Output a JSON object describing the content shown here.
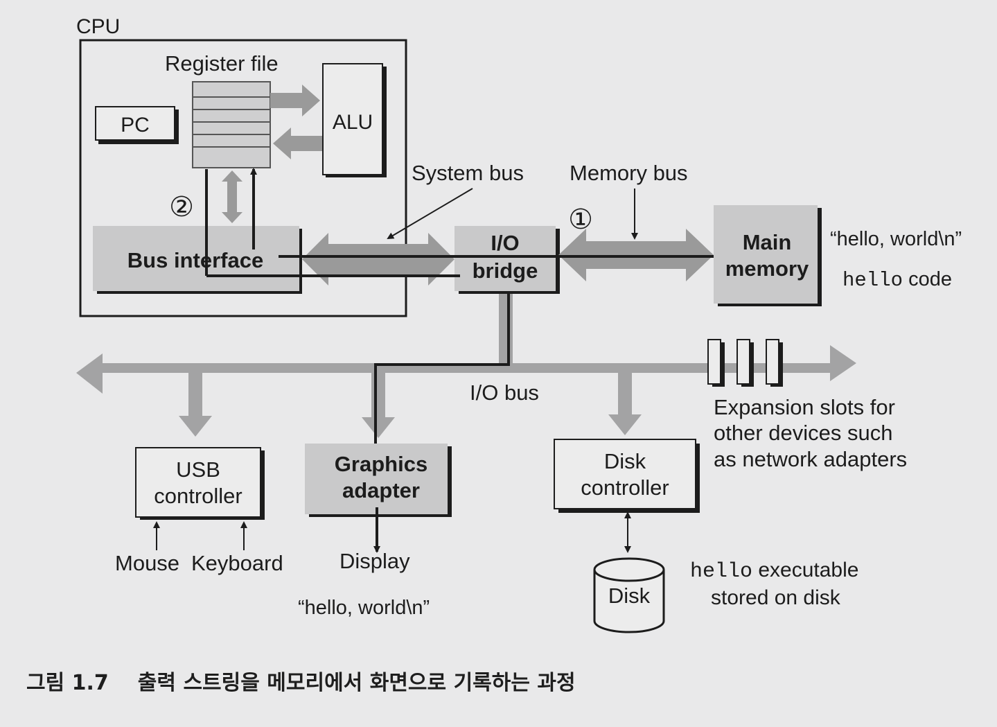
{
  "diagram": {
    "cpu_label": "CPU",
    "register_file_label": "Register file",
    "pc_label": "PC",
    "alu_label": "ALU",
    "bus_interface_label": "Bus interface",
    "system_bus_label": "System bus",
    "memory_bus_label": "Memory bus",
    "io_bridge_line1": "I/O",
    "io_bridge_line2": "bridge",
    "main_memory_line1": "Main",
    "main_memory_line2": "memory",
    "memory_string": "“hello, world\\n”",
    "memory_code_mono": "hello",
    "memory_code_rest": " code",
    "step1_marker": "①",
    "step2_marker": "②",
    "io_bus_label": "I/O bus",
    "usb_line1": "USB",
    "usb_line2": "controller",
    "mouse_label": "Mouse",
    "keyboard_label": "Keyboard",
    "graphics_line1": "Graphics",
    "graphics_line2": "adapter",
    "display_label": "Display",
    "display_string": "“hello, world\\n”",
    "disk_ctrl_line1": "Disk",
    "disk_ctrl_line2": "controller",
    "disk_label": "Disk",
    "disk_note_mono": "hello",
    "disk_note_line1_rest": " executable",
    "disk_note_line2": "stored on disk",
    "expansion_line1": "Expansion slots for",
    "expansion_line2": "other devices such",
    "expansion_line3": "as network adapters"
  },
  "caption": {
    "number": "그림 1.7",
    "text": "출력 스트링을 메모리에서 화면으로 기록하는 과정"
  }
}
